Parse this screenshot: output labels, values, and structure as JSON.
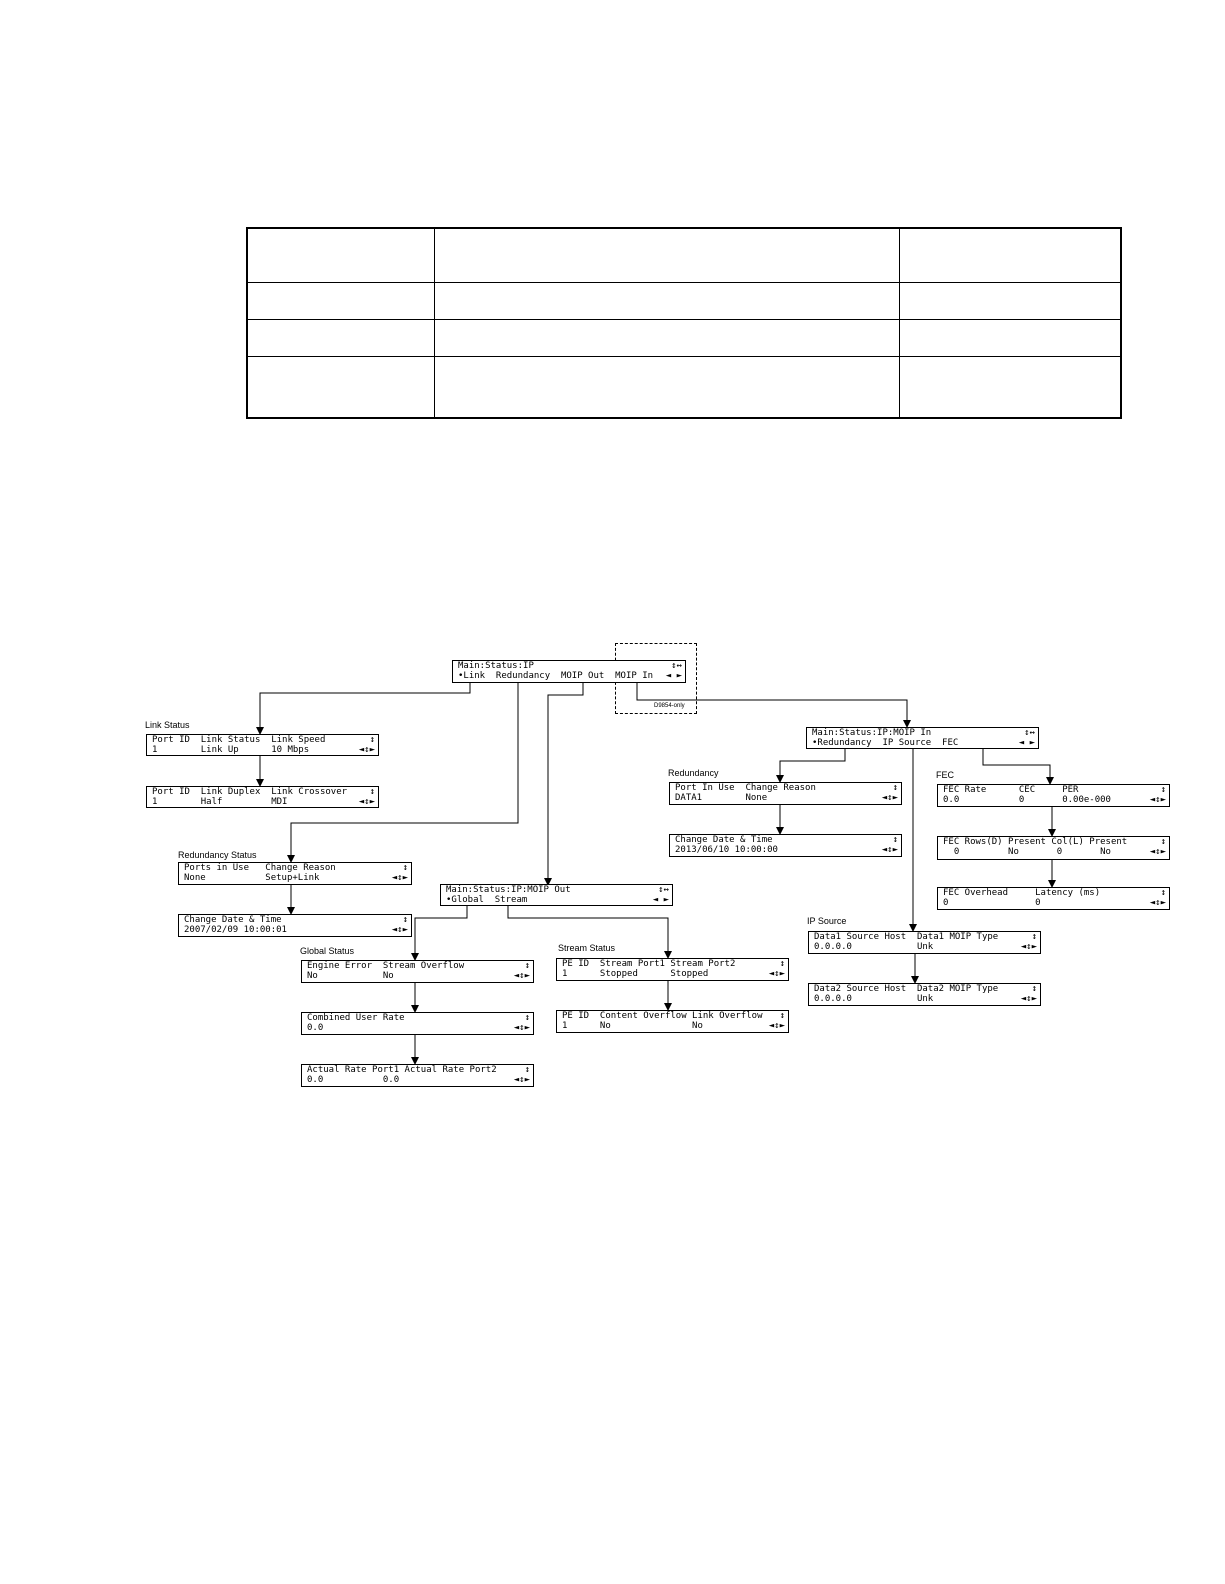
{
  "menus": {
    "main_ip": {
      "l1": "Main:Status:IP",
      "l2": "•Link  Redundancy  MOIP Out  MOIP In",
      "n1": "↕↔",
      "n2": "◄ ►"
    },
    "link1": {
      "l1": "Port ID  Link Status  Link Speed",
      "l2": "1        Link Up      10 Mbps",
      "n1": "↕",
      "n2": "◄↕►"
    },
    "link2": {
      "l1": "Port ID  Link Duplex  Link Crossover",
      "l2": "1        Half         MDI",
      "n1": "↕",
      "n2": "◄↕►"
    },
    "red_status1": {
      "l1": "Ports in Use   Change Reason",
      "l2": "None           Setup+Link",
      "n1": "↕",
      "n2": "◄↕►"
    },
    "red_status2": {
      "l1": "Change Date & Time",
      "l2": "2007/02/09 10:00:01",
      "n1": "↕",
      "n2": "◄↕►"
    },
    "moip_out": {
      "l1": "Main:Status:IP:MOIP Out",
      "l2": "•Global  Stream",
      "n1": "↕↔",
      "n2": "◄ ►"
    },
    "glob1": {
      "l1": "Engine Error  Stream Overflow",
      "l2": "No            No",
      "n1": "↕",
      "n2": "◄↕►"
    },
    "glob2": {
      "l1": "Combined User Rate",
      "l2": "0.0",
      "n1": "↕",
      "n2": "◄↕►"
    },
    "glob3": {
      "l1": "Actual Rate Port1 Actual Rate Port2",
      "l2": "0.0           0.0",
      "n1": "↕",
      "n2": "◄↕►"
    },
    "stream1": {
      "l1": "PE ID  Stream Port1 Stream Port2",
      "l2": "1      Stopped      Stopped",
      "n1": "↕",
      "n2": "◄↕►"
    },
    "stream2": {
      "l1": "PE ID  Content Overflow Link Overflow",
      "l2": "1      No               No",
      "n1": "↕",
      "n2": "◄↕►"
    },
    "moip_in": {
      "l1": "Main:Status:IP:MOIP In",
      "l2": "•Redundancy  IP Source  FEC",
      "n1": "↕↔",
      "n2": "◄ ►"
    },
    "red1": {
      "l1": "Port In Use  Change Reason",
      "l2": "DATA1        None",
      "n1": "↕",
      "n2": "◄↕►"
    },
    "red2": {
      "l1": "Change Date & Time",
      "l2": "2013/06/10 10:00:00",
      "n1": "↕",
      "n2": "◄↕►"
    },
    "fec1": {
      "l1": "FEC Rate      CEC     PER",
      "l2": "0.0           0       0.00e-000",
      "n1": "↕",
      "n2": "◄↕►"
    },
    "fec2": {
      "l1": "FEC Rows(D) Present Col(L) Present",
      "l2": "  0         No       0       No",
      "n1": "↕",
      "n2": "◄↕►"
    },
    "fec3": {
      "l1": "FEC Overhead     Latency (ms)",
      "l2": "0                0",
      "n1": "↕",
      "n2": "◄↕►"
    },
    "ips1": {
      "l1": "Data1 Source Host  Data1 MOIP Type",
      "l2": "0.0.0.0            Unk",
      "n1": "↕",
      "n2": "◄↕►"
    },
    "ips2": {
      "l1": "Data2 Source Host  Data2 MOIP Type",
      "l2": "0.0.0.0            Unk",
      "n1": "↕",
      "n2": "◄↕►"
    }
  },
  "labels": {
    "link_status": "Link Status",
    "redundancy_status": "Redundancy Status",
    "global_status": "Global Status",
    "stream_status": "Stream Status",
    "redundancy": "Redundancy",
    "fec": "FEC",
    "ip_source": "IP Source",
    "only_note": "D9854-only"
  }
}
